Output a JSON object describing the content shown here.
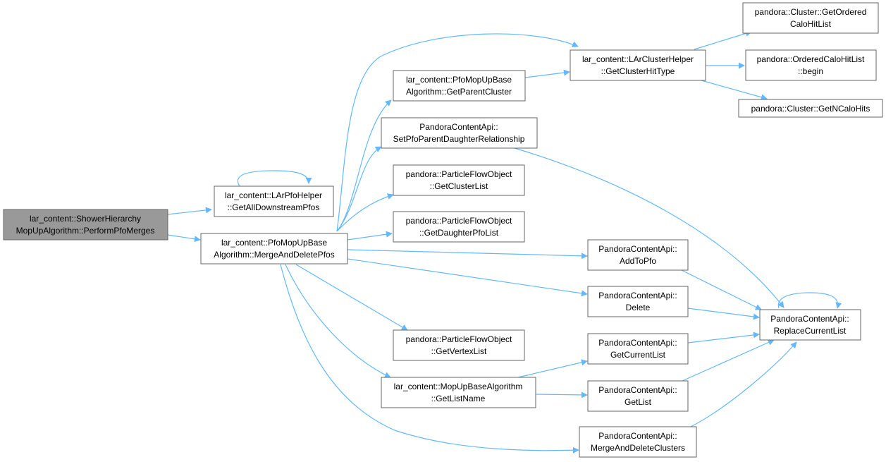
{
  "colors": {
    "edge": "#63b8ff",
    "node_border": "#666666",
    "focus_fill": "#999999"
  },
  "nodes": {
    "perform_pfo_merges": {
      "line1": "lar_content::ShowerHierarchy",
      "line2": "MopUpAlgorithm::PerformPfoMerges"
    },
    "get_all_downstream_pfos": {
      "line1": "lar_content::LArPfoHelper",
      "line2": "::GetAllDownstreamPfos"
    },
    "merge_and_delete_pfos": {
      "line1": "lar_content::PfoMopUpBase",
      "line2": "Algorithm::MergeAndDeletePfos"
    },
    "get_parent_cluster": {
      "line1": "lar_content::PfoMopUpBase",
      "line2": "Algorithm::GetParentCluster"
    },
    "set_pfo_parent_daughter": {
      "line1": "PandoraContentApi::",
      "line2": "SetPfoParentDaughterRelationship"
    },
    "get_cluster_list": {
      "line1": "pandora::ParticleFlowObject",
      "line2": "::GetClusterList"
    },
    "get_daughter_pfo_list": {
      "line1": "pandora::ParticleFlowObject",
      "line2": "::GetDaughterPfoList"
    },
    "get_vertex_list": {
      "line1": "pandora::ParticleFlowObject",
      "line2": "::GetVertexList"
    },
    "get_list_name": {
      "line1": "lar_content::MopUpBaseAlgorithm",
      "line2": "::GetListName"
    },
    "get_cluster_hit_type": {
      "line1": "lar_content::LArClusterHelper",
      "line2": "::GetClusterHitType"
    },
    "add_to_pfo": {
      "line1": "PandoraContentApi::",
      "line2": "AddToPfo"
    },
    "delete": {
      "line1": "PandoraContentApi::",
      "line2": "Delete"
    },
    "get_current_list": {
      "line1": "PandoraContentApi::",
      "line2": "GetCurrentList"
    },
    "get_list": {
      "line1": "PandoraContentApi::",
      "line2": "GetList"
    },
    "merge_and_delete_clusters": {
      "line1": "PandoraContentApi::",
      "line2": "MergeAndDeleteClusters"
    },
    "get_ordered_calo_hit_list": {
      "line1": "pandora::Cluster::GetOrdered",
      "line2": "CaloHitList"
    },
    "ordered_calo_hit_list_begin": {
      "line1": "pandora::OrderedCaloHitList",
      "line2": "::begin"
    },
    "get_n_calo_hits": {
      "line1": "pandora::Cluster::GetNCaloHits"
    },
    "replace_current_list": {
      "line1": "PandoraContentApi::",
      "line2": "ReplaceCurrentList"
    }
  }
}
